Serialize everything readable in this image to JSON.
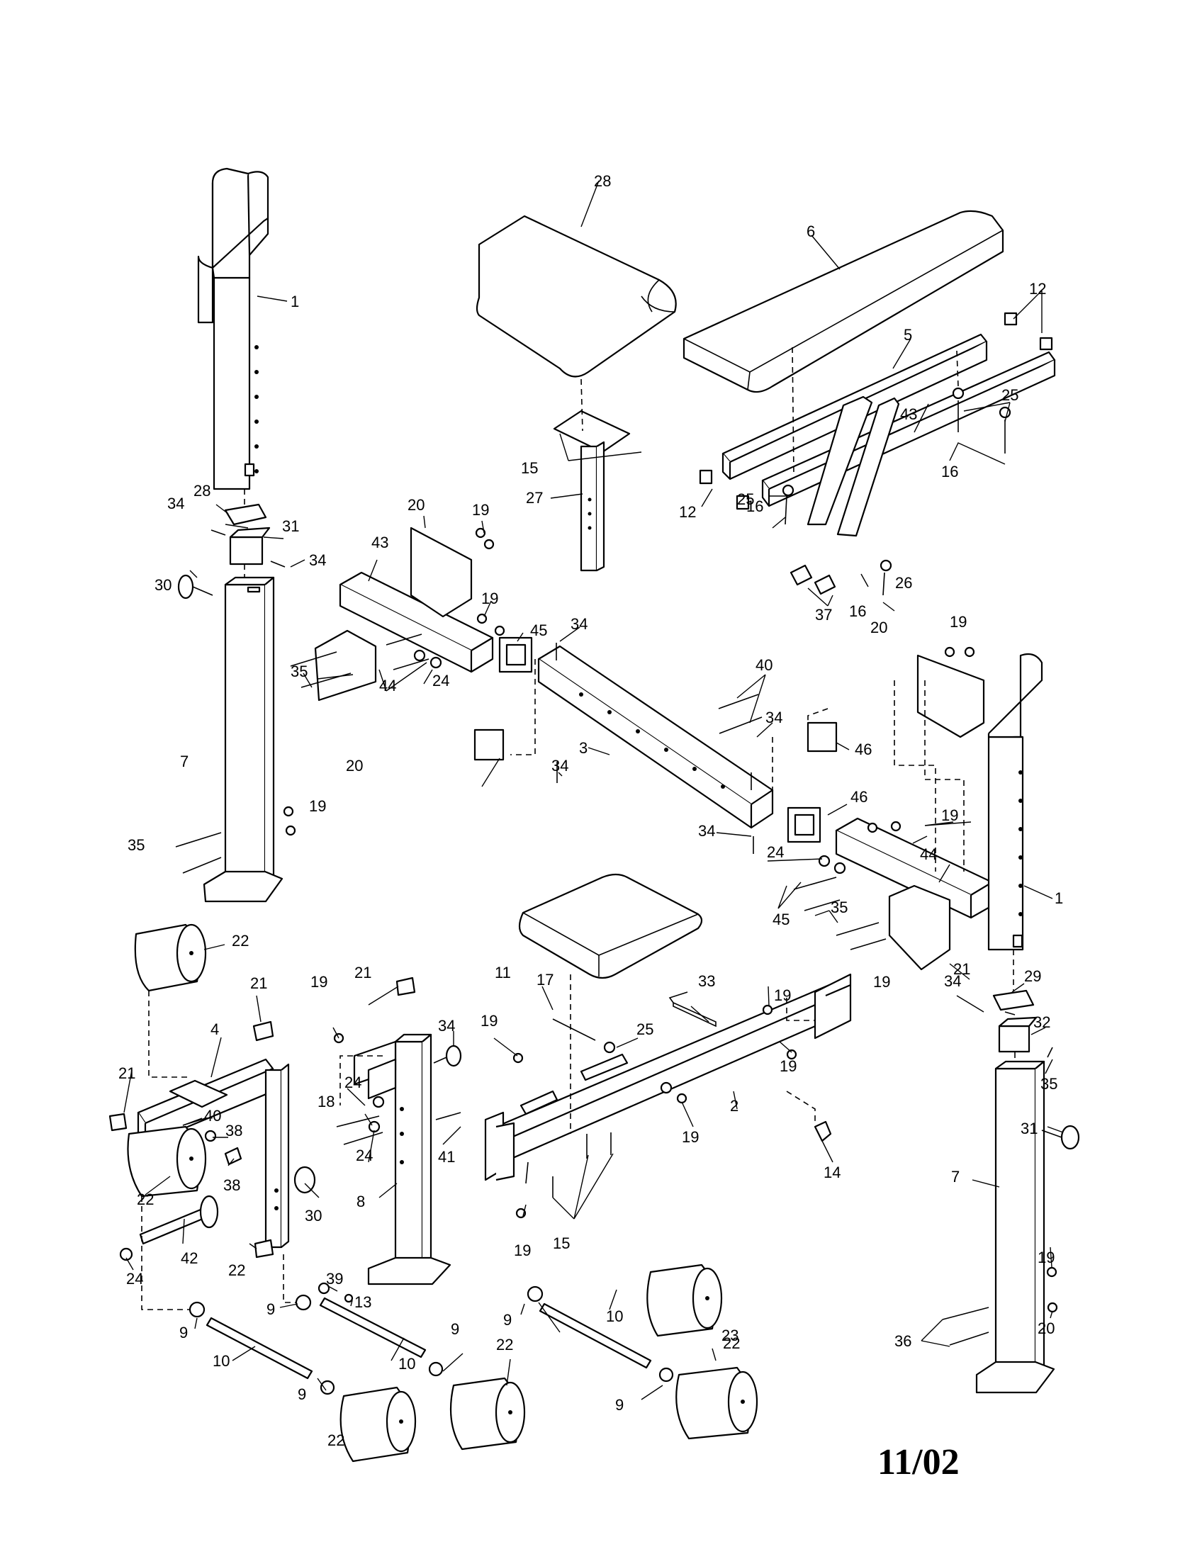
{
  "diagram_date": "11/02",
  "callouts": [
    {
      "id": "c1a",
      "text": "1"
    },
    {
      "id": "c1b",
      "text": "1"
    },
    {
      "id": "c2",
      "text": "2"
    },
    {
      "id": "c3",
      "text": "3"
    },
    {
      "id": "c4",
      "text": "4"
    },
    {
      "id": "c5",
      "text": "5"
    },
    {
      "id": "c6",
      "text": "6"
    },
    {
      "id": "c7a",
      "text": "7"
    },
    {
      "id": "c7b",
      "text": "7"
    },
    {
      "id": "c8",
      "text": "8"
    },
    {
      "id": "c9a",
      "text": "9"
    },
    {
      "id": "c9b",
      "text": "9"
    },
    {
      "id": "c9c",
      "text": "9"
    },
    {
      "id": "c9d",
      "text": "9"
    },
    {
      "id": "c9e",
      "text": "9"
    },
    {
      "id": "c9f",
      "text": "9"
    },
    {
      "id": "c10a",
      "text": "10"
    },
    {
      "id": "c10b",
      "text": "10"
    },
    {
      "id": "c10c",
      "text": "10"
    },
    {
      "id": "c11",
      "text": "11"
    },
    {
      "id": "c12a",
      "text": "12"
    },
    {
      "id": "c12b",
      "text": "12"
    },
    {
      "id": "c13",
      "text": "13"
    },
    {
      "id": "c14",
      "text": "14"
    },
    {
      "id": "c15a",
      "text": "15"
    },
    {
      "id": "c15b",
      "text": "15"
    },
    {
      "id": "c16a",
      "text": "16"
    },
    {
      "id": "c16b",
      "text": "16"
    },
    {
      "id": "c16c",
      "text": "16"
    },
    {
      "id": "c17",
      "text": "17"
    },
    {
      "id": "c18",
      "text": "18"
    },
    {
      "id": "c19a",
      "text": "19"
    },
    {
      "id": "c19b",
      "text": "19"
    },
    {
      "id": "c19c",
      "text": "19"
    },
    {
      "id": "c19d",
      "text": "19"
    },
    {
      "id": "c19e",
      "text": "19"
    },
    {
      "id": "c19f",
      "text": "19"
    },
    {
      "id": "c19g",
      "text": "19"
    },
    {
      "id": "c19h",
      "text": "19"
    },
    {
      "id": "c19i",
      "text": "19"
    },
    {
      "id": "c19j",
      "text": "19"
    },
    {
      "id": "c19k",
      "text": "19"
    },
    {
      "id": "c19l",
      "text": "19"
    },
    {
      "id": "c19m",
      "text": "19"
    },
    {
      "id": "c20a",
      "text": "20"
    },
    {
      "id": "c20b",
      "text": "20"
    },
    {
      "id": "c20c",
      "text": "20"
    },
    {
      "id": "c20d",
      "text": "20"
    },
    {
      "id": "c21a",
      "text": "21"
    },
    {
      "id": "c21b",
      "text": "21"
    },
    {
      "id": "c21c",
      "text": "21"
    },
    {
      "id": "c21d",
      "text": "21"
    },
    {
      "id": "c22a",
      "text": "22"
    },
    {
      "id": "c22b",
      "text": "22"
    },
    {
      "id": "c22c",
      "text": "22"
    },
    {
      "id": "c22d",
      "text": "22"
    },
    {
      "id": "c22e",
      "text": "22"
    },
    {
      "id": "c22f",
      "text": "22"
    },
    {
      "id": "c23",
      "text": "23"
    },
    {
      "id": "c24a",
      "text": "24"
    },
    {
      "id": "c24b",
      "text": "24"
    },
    {
      "id": "c24c",
      "text": "24"
    },
    {
      "id": "c24d",
      "text": "24"
    },
    {
      "id": "c24e",
      "text": "24"
    },
    {
      "id": "c25a",
      "text": "25"
    },
    {
      "id": "c25b",
      "text": "25"
    },
    {
      "id": "c25c",
      "text": "25"
    },
    {
      "id": "c26",
      "text": "26"
    },
    {
      "id": "c27",
      "text": "27"
    },
    {
      "id": "c28a",
      "text": "28"
    },
    {
      "id": "c28b",
      "text": "28"
    },
    {
      "id": "c29",
      "text": "29"
    },
    {
      "id": "c30a",
      "text": "30"
    },
    {
      "id": "c30b",
      "text": "30"
    },
    {
      "id": "c31a",
      "text": "31"
    },
    {
      "id": "c31b",
      "text": "31"
    },
    {
      "id": "c32",
      "text": "32"
    },
    {
      "id": "c33",
      "text": "33"
    },
    {
      "id": "c34a",
      "text": "34"
    },
    {
      "id": "c34b",
      "text": "34"
    },
    {
      "id": "c34c",
      "text": "34"
    },
    {
      "id": "c34d",
      "text": "34"
    },
    {
      "id": "c34e",
      "text": "34"
    },
    {
      "id": "c34f",
      "text": "34"
    },
    {
      "id": "c34g",
      "text": "34"
    },
    {
      "id": "c34h",
      "text": "34"
    },
    {
      "id": "c35a",
      "text": "35"
    },
    {
      "id": "c35b",
      "text": "35"
    },
    {
      "id": "c35c",
      "text": "35"
    },
    {
      "id": "c35d",
      "text": "35"
    },
    {
      "id": "c36",
      "text": "36"
    },
    {
      "id": "c37",
      "text": "37"
    },
    {
      "id": "c38a",
      "text": "38"
    },
    {
      "id": "c38b",
      "text": "38"
    },
    {
      "id": "c39",
      "text": "39"
    },
    {
      "id": "c40a",
      "text": "40"
    },
    {
      "id": "c40b",
      "text": "40"
    },
    {
      "id": "c41",
      "text": "41"
    },
    {
      "id": "c42",
      "text": "42"
    },
    {
      "id": "c43a",
      "text": "43"
    },
    {
      "id": "c43b",
      "text": "43"
    },
    {
      "id": "c44a",
      "text": "44"
    },
    {
      "id": "c44b",
      "text": "44"
    },
    {
      "id": "c45a",
      "text": "45"
    },
    {
      "id": "c45b",
      "text": "45"
    },
    {
      "id": "c46a",
      "text": "46"
    },
    {
      "id": "c46b",
      "text": "46"
    }
  ]
}
